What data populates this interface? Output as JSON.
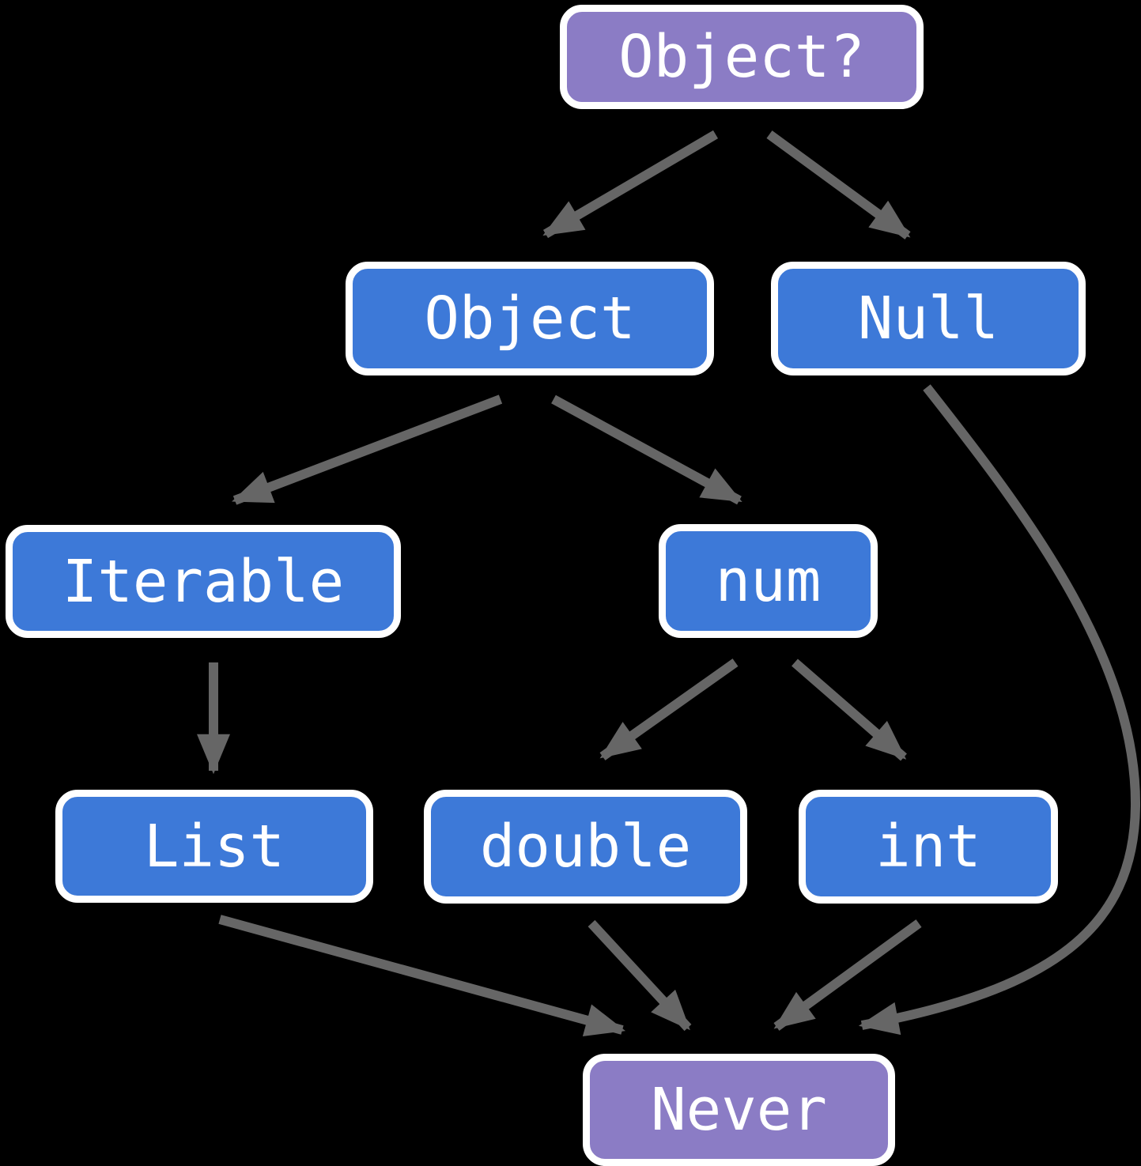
{
  "diagram": {
    "description": "Dart type hierarchy with null safety",
    "nodes": [
      {
        "id": "object-nullable",
        "label": "Object?",
        "kind": "nullable-top-type",
        "fill": "#8b7cc5"
      },
      {
        "id": "object",
        "label": "Object",
        "kind": "class",
        "fill": "#3d79d8"
      },
      {
        "id": "null",
        "label": "Null",
        "kind": "class",
        "fill": "#3d79d8"
      },
      {
        "id": "iterable",
        "label": "Iterable",
        "kind": "class",
        "fill": "#3d79d8"
      },
      {
        "id": "num",
        "label": "num",
        "kind": "class",
        "fill": "#3d79d8"
      },
      {
        "id": "list",
        "label": "List",
        "kind": "class",
        "fill": "#3d79d8"
      },
      {
        "id": "double",
        "label": "double",
        "kind": "class",
        "fill": "#3d79d8"
      },
      {
        "id": "int",
        "label": "int",
        "kind": "class",
        "fill": "#3d79d8"
      },
      {
        "id": "never",
        "label": "Never",
        "kind": "bottom-type",
        "fill": "#8b7cc5"
      }
    ],
    "edges": [
      {
        "from": "Object?",
        "to": "Object"
      },
      {
        "from": "Object?",
        "to": "Null"
      },
      {
        "from": "Object",
        "to": "Iterable"
      },
      {
        "from": "Object",
        "to": "num"
      },
      {
        "from": "Iterable",
        "to": "List"
      },
      {
        "from": "num",
        "to": "double"
      },
      {
        "from": "num",
        "to": "int"
      },
      {
        "from": "List",
        "to": "Never"
      },
      {
        "from": "double",
        "to": "Never"
      },
      {
        "from": "int",
        "to": "Never"
      },
      {
        "from": "Null",
        "to": "Never",
        "style": "curved"
      }
    ],
    "colors": {
      "class_fill": "#3d79d8",
      "special_fill": "#8b7cc5",
      "arrow": "#666666",
      "outline": "#ffffff",
      "text": "#ffffff",
      "background": "#000000"
    }
  }
}
